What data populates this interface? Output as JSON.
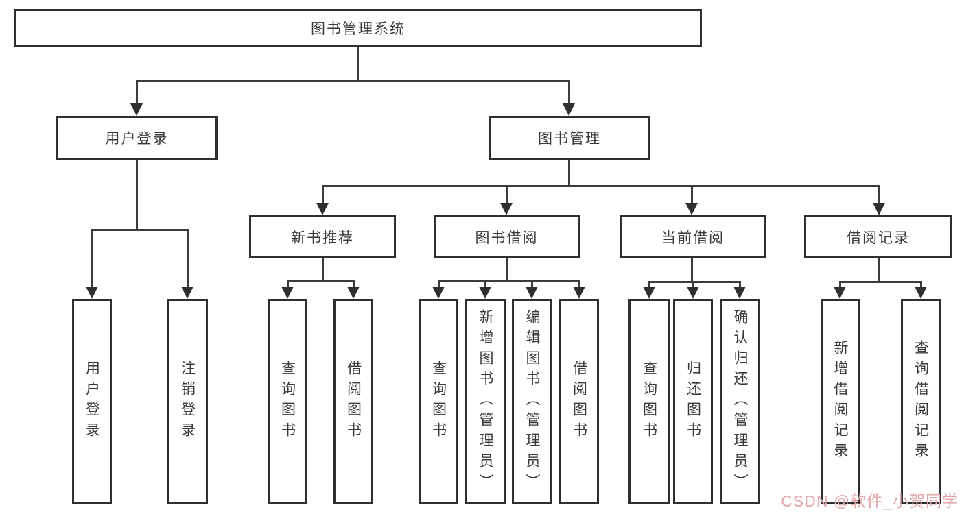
{
  "tree": {
    "root": {
      "label": "图书管理系统"
    },
    "children": [
      {
        "label": "用户登录",
        "children": [
          {
            "label": "用户登录"
          },
          {
            "label": "注销登录"
          }
        ]
      },
      {
        "label": "图书管理",
        "children": [
          {
            "label": "新书推荐",
            "children": [
              {
                "label": "查询图书"
              },
              {
                "label": "借阅图书"
              }
            ]
          },
          {
            "label": "图书借阅",
            "children": [
              {
                "label": "查询图书"
              },
              {
                "label": "新增图书（管理员）"
              },
              {
                "label": "编辑图书（管理员）"
              },
              {
                "label": "借阅图书"
              }
            ]
          },
          {
            "label": "当前借阅",
            "children": [
              {
                "label": "查询图书"
              },
              {
                "label": "归还图书"
              },
              {
                "label": "确认归还（管理员）"
              }
            ]
          },
          {
            "label": "借阅记录",
            "children": [
              {
                "label": "新增借阅记录"
              },
              {
                "label": "查询借阅记录"
              }
            ]
          }
        ]
      }
    ]
  },
  "watermark": {
    "text": "CSDN @软件_小贺同学"
  },
  "colors": {
    "background": "#ffffff",
    "line": "#3c3c3c",
    "box_border": "#2f2f2f",
    "text": "#3a3a3a",
    "watermark": "#e2a9a9"
  }
}
